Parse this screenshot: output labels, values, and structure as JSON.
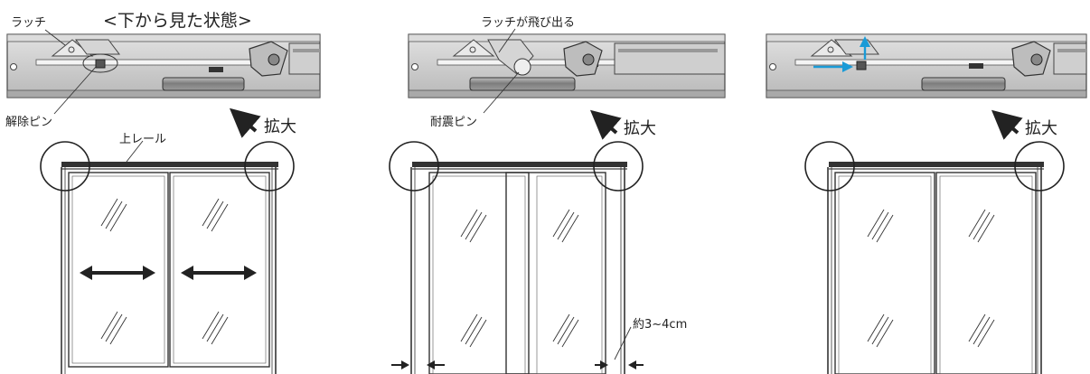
{
  "labels": {
    "latch": "ラッチ",
    "view_from_below": "<下から見た状態>",
    "release_pin": "解除ピン",
    "upper_rail": "上レール",
    "latch_pops_out": "ラッチが飛び出る",
    "quake_pin": "耐震ピン",
    "enlarge": "拡大",
    "gap": "約3~4cm"
  },
  "colors": {
    "line": "#222222",
    "steel": "#cfcfcf",
    "steel_dark": "#9a9a9a",
    "accent_blue": "#1a9bd7"
  },
  "icons": {
    "enlarge_arrow": "arrow-up-left-icon",
    "slide_arrow": "double-arrow-icon",
    "blue_arrow": "arrow-icon"
  }
}
